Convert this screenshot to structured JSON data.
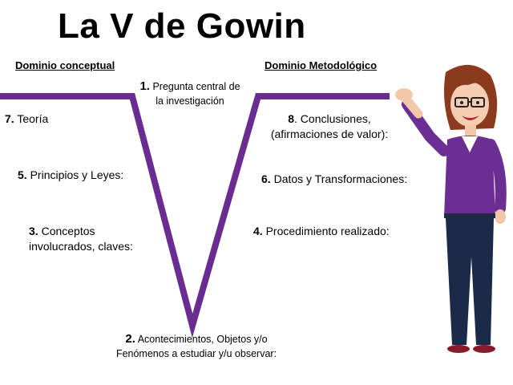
{
  "title": "La V de Gowin",
  "headings": {
    "conceptual": "Dominio conceptual",
    "methodological": "Dominio Metodológico"
  },
  "items": {
    "q1": {
      "num": "1.",
      "text": "Pregunta central de la investigación"
    },
    "q2": {
      "num": "2.",
      "text": "Acontecimientos, Objetos y/o Fenómenos a estudiar y/u observar:"
    },
    "q3": {
      "num": "3.",
      "text": "Conceptos involucrados, claves:"
    },
    "q4": {
      "num": "4.",
      "text": "Procedimiento realizado:"
    },
    "q5": {
      "num": "5.",
      "text": "Principios y Leyes:"
    },
    "q6": {
      "num": "6.",
      "text": "Datos y Transformaciones:"
    },
    "q7": {
      "num": "7.",
      "text": "Teoría"
    },
    "q8": {
      "num": "8",
      "text": ". Conclusiones, (afirmaciones de valor):"
    }
  },
  "colors": {
    "v_line": "#6a2c91",
    "title": "#000000"
  },
  "icons": {
    "teacher": "teacher-illustration"
  }
}
